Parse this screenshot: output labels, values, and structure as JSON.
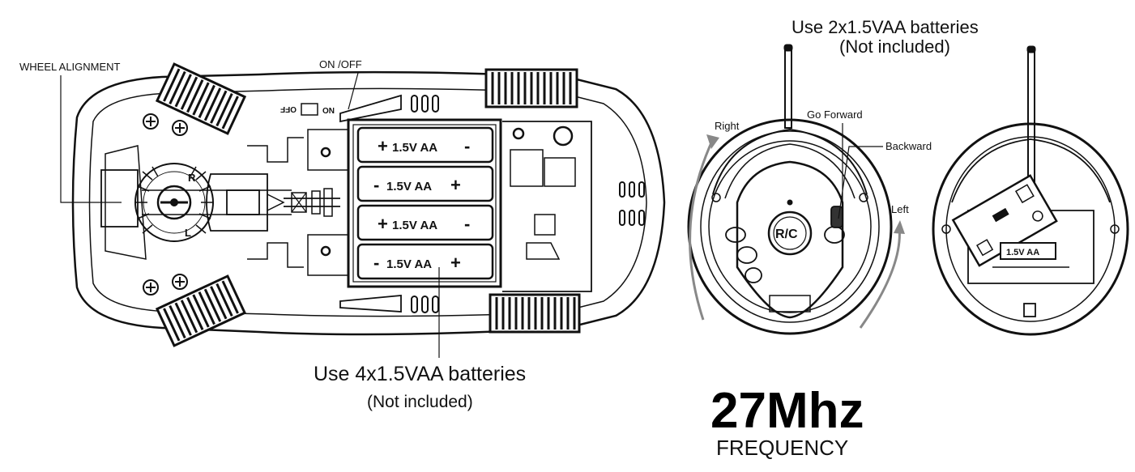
{
  "car": {
    "wheel_alignment_label": "WHEEL ALIGNMENT",
    "on_off_label": "ON /OFF",
    "switch_off_text": "OFF",
    "switch_on_text": "ON",
    "dial_r": "R",
    "dial_l": "L",
    "batteries": [
      {
        "plus_left": "+",
        "text": "1.5V AA",
        "minus_right": "-"
      },
      {
        "minus_left": "-",
        "text": "1.5V AA",
        "plus_right": "+"
      },
      {
        "plus_left": "+",
        "text": "1.5V AA",
        "minus_right": "-"
      },
      {
        "minus_left": "-",
        "text": "1.5V AA",
        "plus_right": "+"
      }
    ],
    "battery_note": "Use 4x1.5VAA batteries",
    "battery_note_sub": "(Not included)"
  },
  "remote": {
    "battery_note": "Use 2x1.5VAA batteries",
    "battery_note_sub": "(Not included)",
    "right_label": "Right",
    "left_label": "Left",
    "forward_label": "Go Forward",
    "backward_label": "Backward",
    "logo_text": "R/C",
    "back_battery_text": "1.5V AA"
  },
  "frequency": {
    "value": "27Mhz",
    "label": "FREQUENCY"
  }
}
